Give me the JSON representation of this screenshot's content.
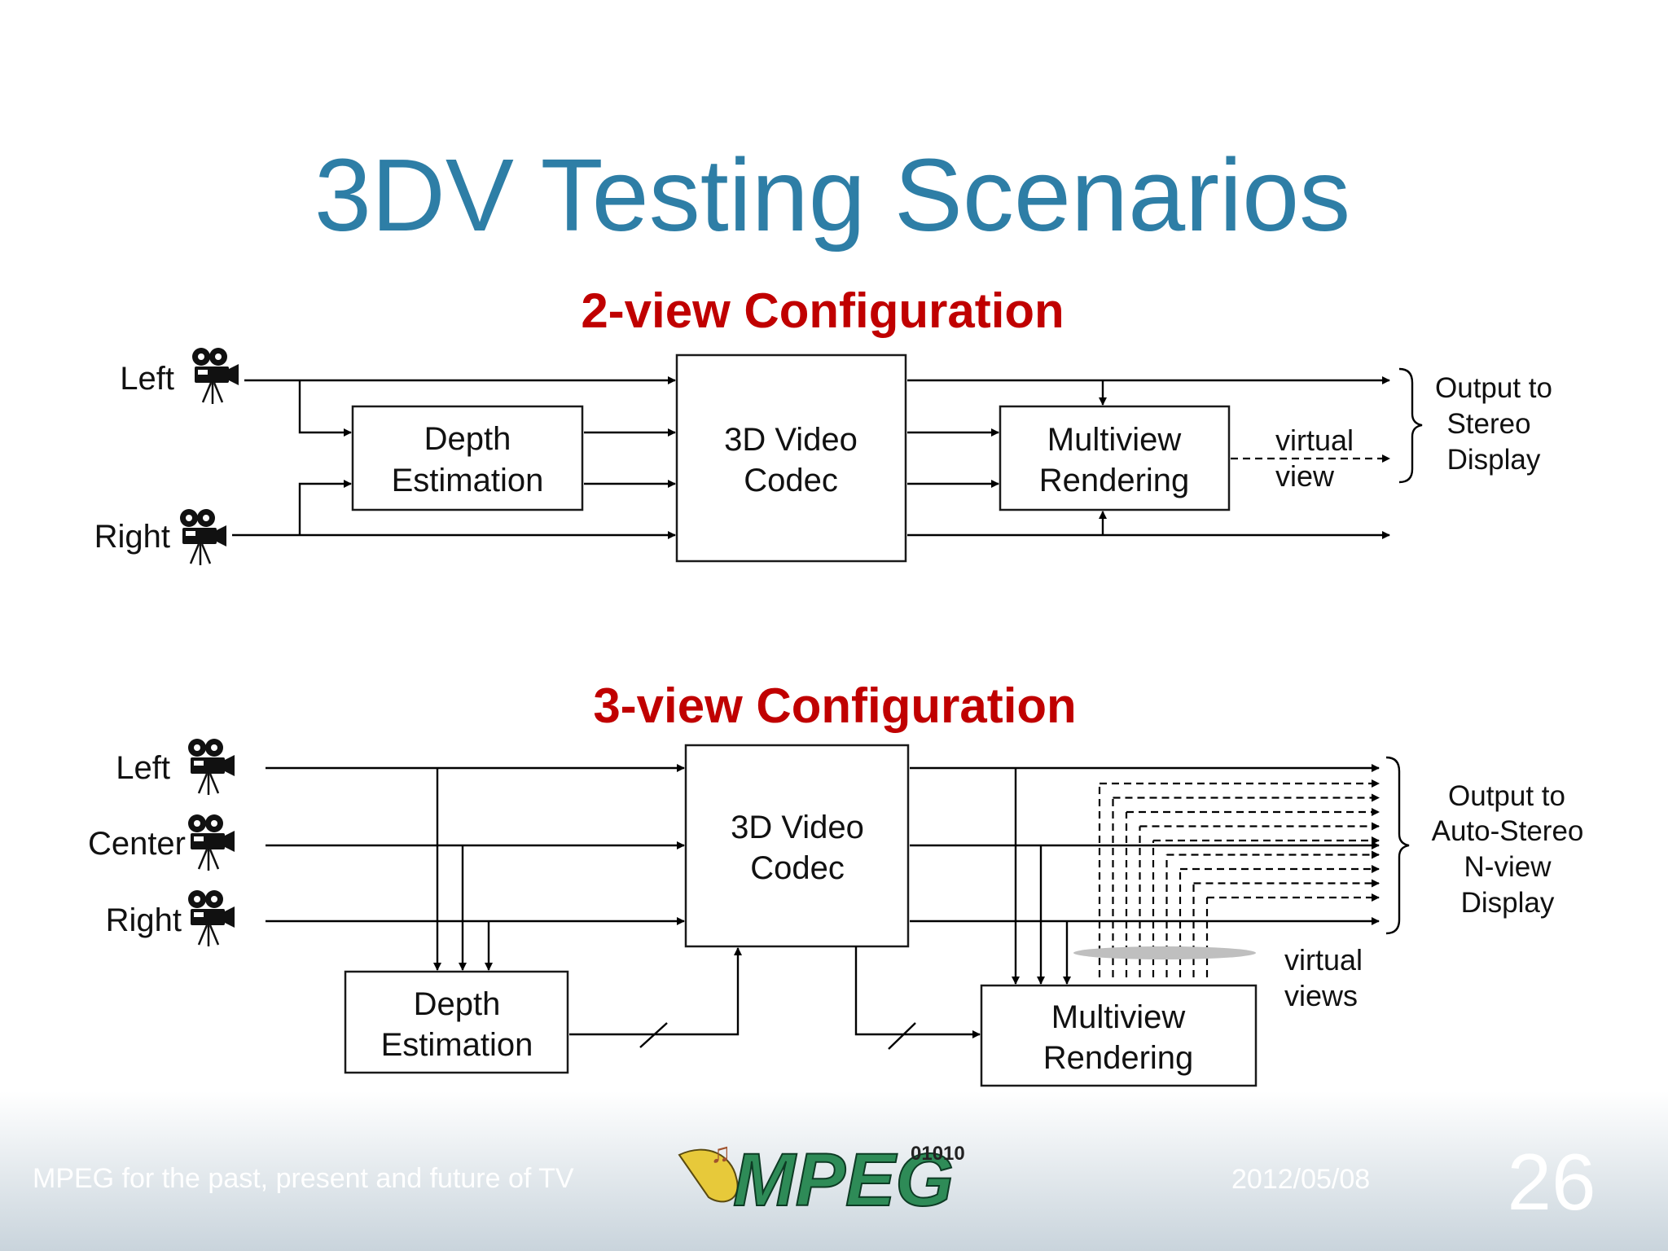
{
  "slide": {
    "title": "3DV Testing Scenarios",
    "title_color": "#2e7ea6",
    "accent_color": "#c00000"
  },
  "config2": {
    "heading": "2-view Configuration",
    "cameras": {
      "left": "Left",
      "right": "Right"
    },
    "depth_estimation": [
      "Depth",
      "Estimation"
    ],
    "codec": [
      "3D Video",
      "Codec"
    ],
    "rendering": [
      "Multiview",
      "Rendering"
    ],
    "virtual_label": [
      "virtual",
      "view"
    ],
    "output": [
      "Output to",
      "Stereo",
      "Display"
    ]
  },
  "config3": {
    "heading": "3-view Configuration",
    "cameras": {
      "left": "Left",
      "center": "Center",
      "right": "Right"
    },
    "codec": [
      "3D Video",
      "Codec"
    ],
    "depth_estimation": [
      "Depth",
      "Estimation"
    ],
    "rendering": [
      "Multiview",
      "Rendering"
    ],
    "virtual_label": [
      "virtual",
      "views"
    ],
    "output": [
      "Output to",
      "Auto-Stereo",
      "N-view",
      "Display"
    ]
  },
  "footer": {
    "left_text": "MPEG for the past, present and future of TV",
    "date": "2012/05/08",
    "page_number": "26",
    "logo_text": "MPEG",
    "logo_bits": "01010"
  }
}
